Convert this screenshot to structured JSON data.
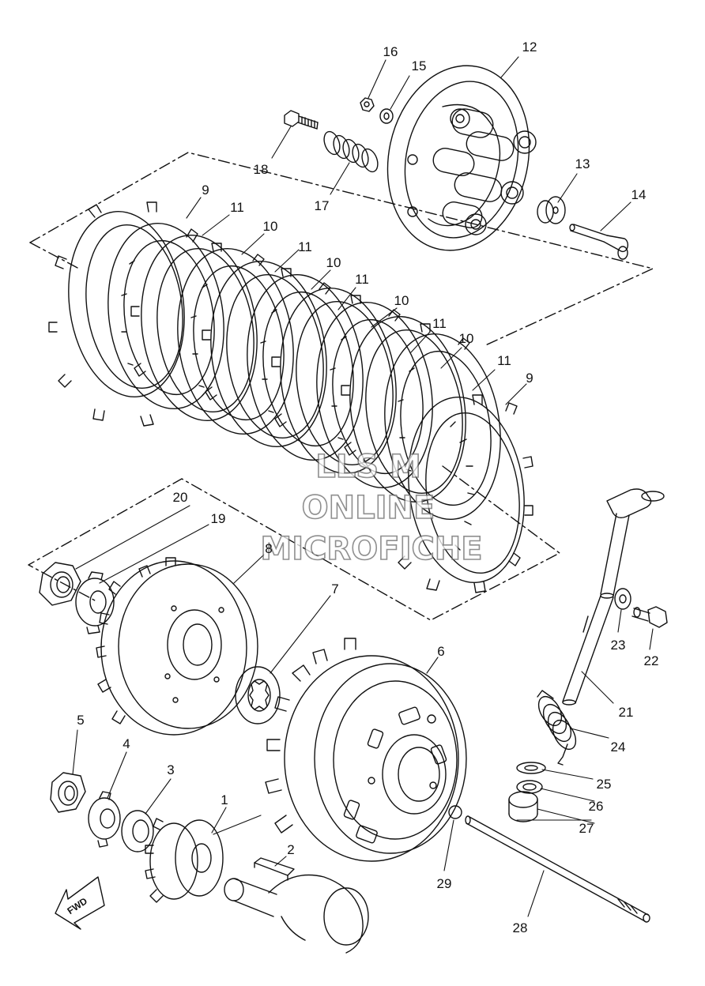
{
  "watermark": {
    "lines": [
      "LLS M",
      "ONLINE",
      "MICROFICHE"
    ]
  },
  "fwd_label": "FWD",
  "callouts": [
    {
      "id": "c16",
      "label": "16"
    },
    {
      "id": "c15",
      "label": "15"
    },
    {
      "id": "c12",
      "label": "12"
    },
    {
      "id": "c18",
      "label": "18"
    },
    {
      "id": "c17",
      "label": "17"
    },
    {
      "id": "c13",
      "label": "13"
    },
    {
      "id": "c14",
      "label": "14"
    },
    {
      "id": "c9a",
      "label": "9"
    },
    {
      "id": "c11a",
      "label": "11"
    },
    {
      "id": "c10a",
      "label": "10"
    },
    {
      "id": "c11b",
      "label": "11"
    },
    {
      "id": "c10b",
      "label": "10"
    },
    {
      "id": "c11c",
      "label": "11"
    },
    {
      "id": "c10c",
      "label": "10"
    },
    {
      "id": "c11d",
      "label": "11"
    },
    {
      "id": "c10d",
      "label": "10"
    },
    {
      "id": "c11e",
      "label": "11"
    },
    {
      "id": "c9b",
      "label": "9"
    },
    {
      "id": "c20",
      "label": "20"
    },
    {
      "id": "c19",
      "label": "19"
    },
    {
      "id": "c8",
      "label": "8"
    },
    {
      "id": "c7",
      "label": "7"
    },
    {
      "id": "c6",
      "label": "6"
    },
    {
      "id": "c5",
      "label": "5"
    },
    {
      "id": "c4",
      "label": "4"
    },
    {
      "id": "c3",
      "label": "3"
    },
    {
      "id": "c1",
      "label": "1"
    },
    {
      "id": "c2",
      "label": "2"
    },
    {
      "id": "c29",
      "label": "29"
    },
    {
      "id": "c23",
      "label": "23"
    },
    {
      "id": "c22",
      "label": "22"
    },
    {
      "id": "c21",
      "label": "21"
    },
    {
      "id": "c24",
      "label": "24"
    },
    {
      "id": "c25",
      "label": "25"
    },
    {
      "id": "c26",
      "label": "26"
    },
    {
      "id": "c27",
      "label": "27"
    },
    {
      "id": "c28",
      "label": "28"
    }
  ]
}
